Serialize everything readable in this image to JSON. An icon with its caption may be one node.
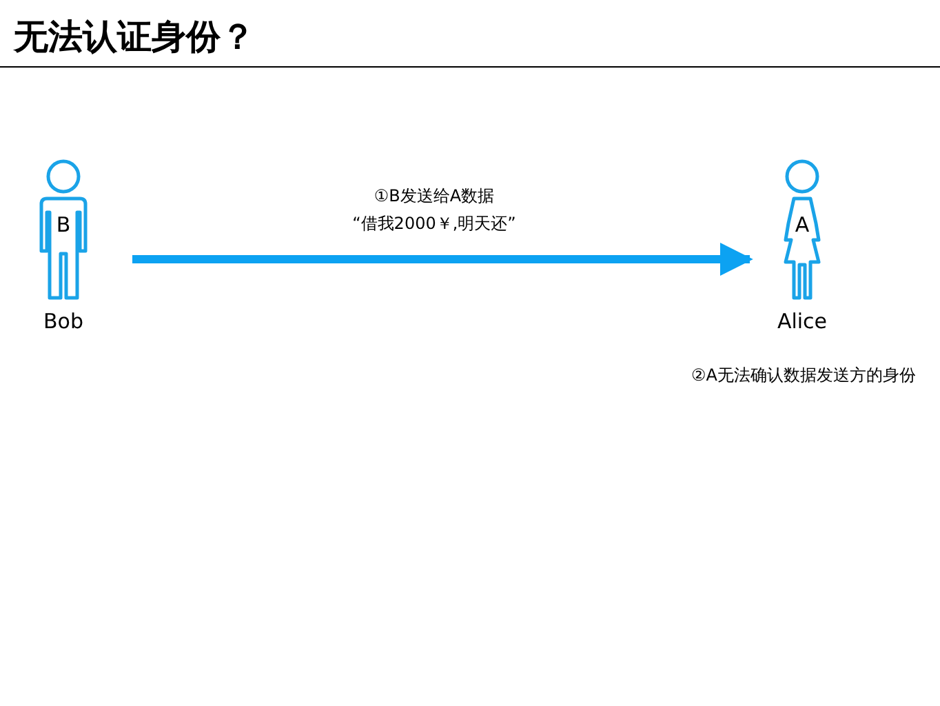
{
  "diagram": {
    "title": "无法认证身份？",
    "nodes": [
      {
        "text": [
          "B"
        ],
        "beside": [
          "Bob"
        ]
      },
      {
        "text": [
          "A"
        ],
        "beside": [
          "Alice"
        ]
      }
    ],
    "edges": [
      {
        "from": 0,
        "to": 1,
        "arrow": "to",
        "label": "①B发送给A数据"
      }
    ],
    "labels": [
      "“借我2000￥,明天还”",
      "②A无法确认数据发送方的身份"
    ]
  }
}
